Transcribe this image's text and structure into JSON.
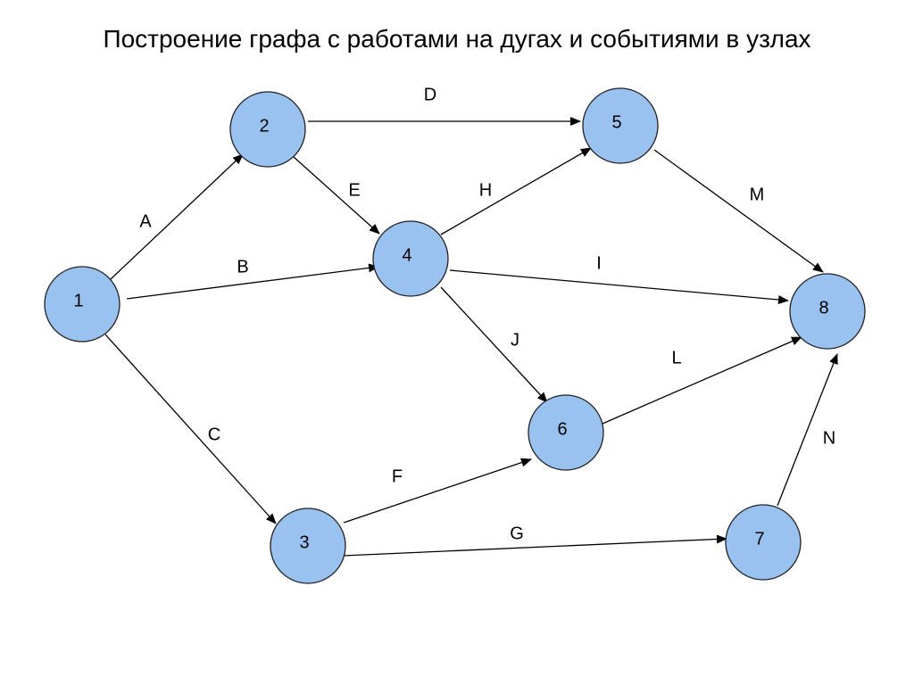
{
  "title": "Построение графа с работами на дугах и событиями в узлах",
  "colors": {
    "node_fill": "#99c2f0",
    "node_stroke": "#222222",
    "edge": "#000000",
    "text": "#000000"
  },
  "nodes": [
    {
      "id": "1",
      "label": "1"
    },
    {
      "id": "2",
      "label": "2"
    },
    {
      "id": "3",
      "label": "3"
    },
    {
      "id": "4",
      "label": "4"
    },
    {
      "id": "5",
      "label": "5"
    },
    {
      "id": "6",
      "label": "6"
    },
    {
      "id": "7",
      "label": "7"
    },
    {
      "id": "8",
      "label": "8"
    }
  ],
  "edges": [
    {
      "id": "A",
      "label": "A",
      "from": "1",
      "to": "2"
    },
    {
      "id": "B",
      "label": "B",
      "from": "1",
      "to": "4"
    },
    {
      "id": "C",
      "label": "C",
      "from": "1",
      "to": "3"
    },
    {
      "id": "D",
      "label": "D",
      "from": "2",
      "to": "5"
    },
    {
      "id": "E",
      "label": "E",
      "from": "2",
      "to": "4"
    },
    {
      "id": "H",
      "label": "H",
      "from": "4",
      "to": "5"
    },
    {
      "id": "I",
      "label": "I",
      "from": "4",
      "to": "8"
    },
    {
      "id": "J",
      "label": "J",
      "from": "4",
      "to": "6"
    },
    {
      "id": "M",
      "label": "M",
      "from": "5",
      "to": "8"
    },
    {
      "id": "L",
      "label": "L",
      "from": "6",
      "to": "8"
    },
    {
      "id": "F",
      "label": "F",
      "from": "3",
      "to": "6"
    },
    {
      "id": "G",
      "label": "G",
      "from": "3",
      "to": "7"
    },
    {
      "id": "N",
      "label": "N",
      "from": "7",
      "to": "8"
    }
  ]
}
